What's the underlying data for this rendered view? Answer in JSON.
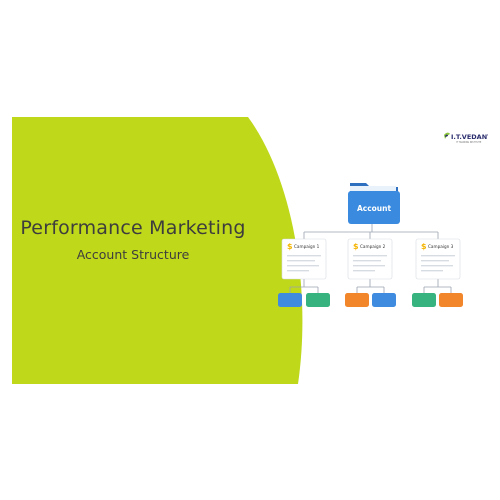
{
  "slide": {
    "title": "Performance Marketing",
    "subtitle": "Account Structure"
  },
  "logo": {
    "text": "I.T.VEDANT",
    "tagline": "IT TRAINING INSTITUTE"
  },
  "diagram": {
    "root_label": "Account",
    "campaigns": [
      {
        "label": "Campaign 1",
        "icon": "dollar-icon"
      },
      {
        "label": "Campaign 2",
        "icon": "dollar-icon"
      },
      {
        "label": "Campaign 3",
        "icon": "dollar-icon"
      }
    ],
    "colors": {
      "green_panel": "#bfd81a",
      "folder": "#3a8be0",
      "folder_tab": "#6aaaf0",
      "dollar": "#f4b400",
      "line": "#9aa4b0",
      "blue_box": "#3f8be0",
      "green_box": "#36b37e",
      "orange_box": "#f2862a"
    }
  }
}
